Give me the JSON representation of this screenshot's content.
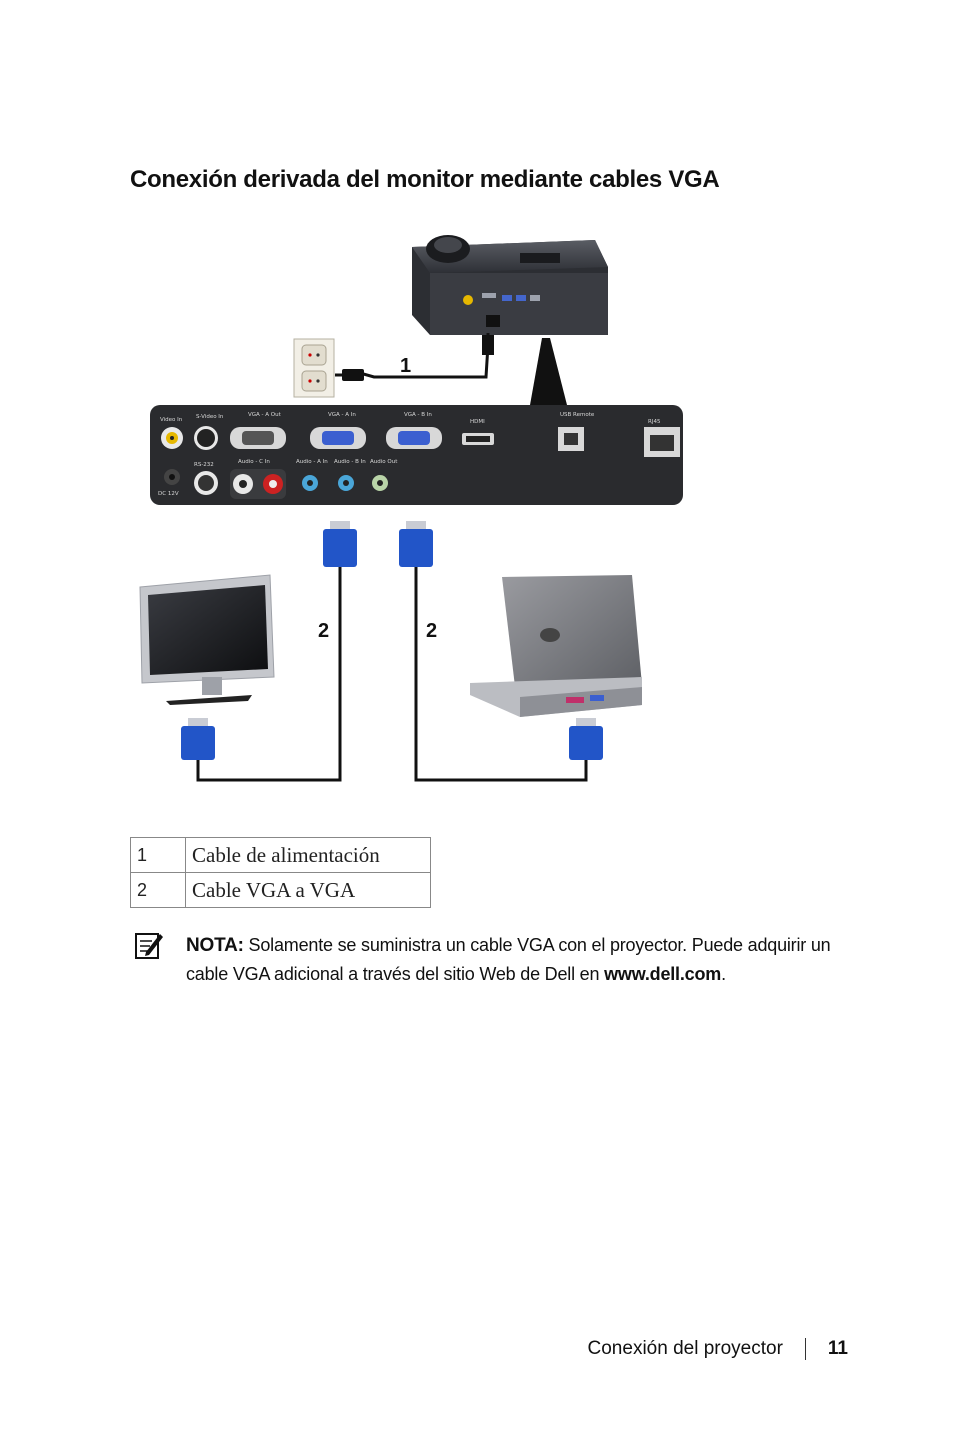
{
  "heading": "Conexión derivada del monitor mediante cables VGA",
  "figure": {
    "callouts": [
      "1",
      "2",
      "2"
    ],
    "panel_labels": {
      "video_in": "Video In",
      "svideo_in": "S-Video In",
      "vga_a_out": "VGA - A Out",
      "vga_a_in": "VGA - A In",
      "vga_b_in": "VGA - B In",
      "hdmi": "HDMI",
      "usb": "USB Remote",
      "rj45": "RJ45",
      "rs232": "RS-232",
      "audio_c_in": "Audio - C In",
      "audio_a_in": "Audio - A In",
      "audio_b_in": "Audio - B In",
      "audio_out": "Audio Out",
      "dc_12v": "DC 12V"
    }
  },
  "legend": [
    {
      "num": "1",
      "desc": "Cable de alimentación"
    },
    {
      "num": "2",
      "desc": "Cable VGA a VGA"
    }
  ],
  "note": {
    "label": "NOTA:",
    "text": " Solamente se suministra un cable VGA con el proyector. Puede adquirir un cable VGA adicional a través del sitio Web de Dell en ",
    "link": "www.dell.com",
    "end": "."
  },
  "footer": {
    "section": "Conexión del proyector",
    "page": "11"
  },
  "colors": {
    "vga_blue": "#2255c8",
    "panel": "#2a2b2e",
    "cable": "#111111"
  }
}
